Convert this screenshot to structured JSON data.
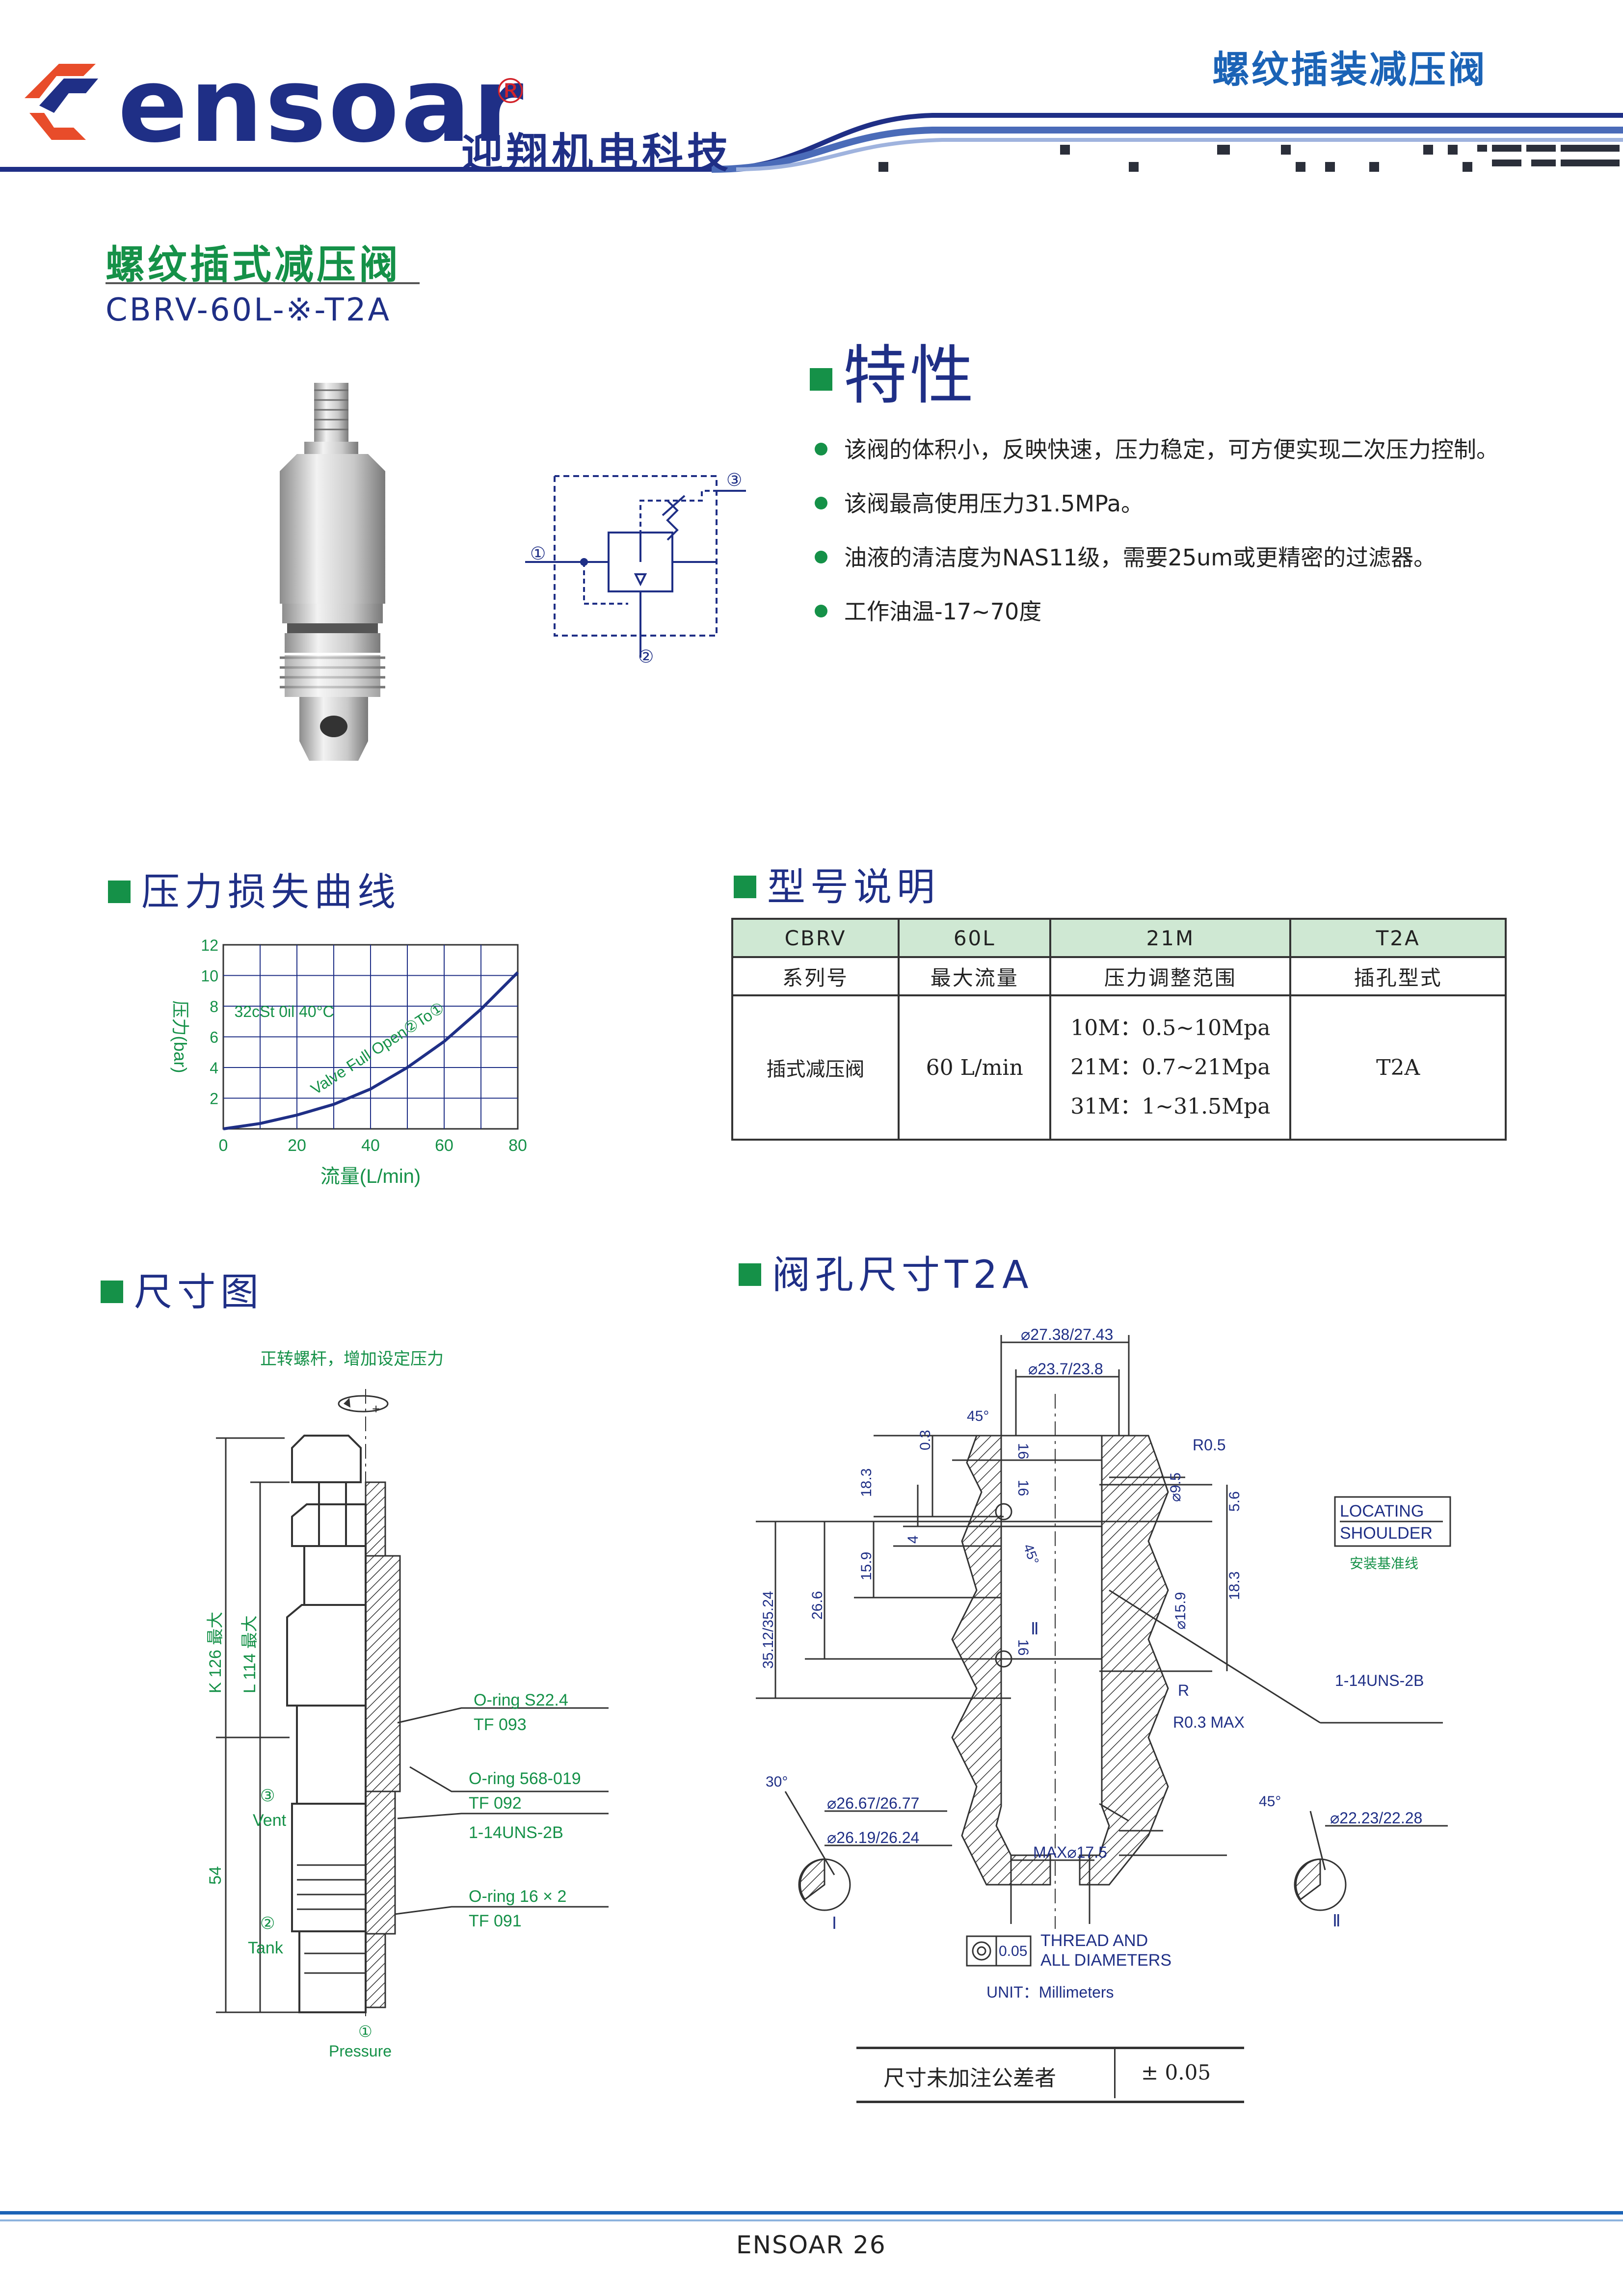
{
  "header": {
    "logo_text": "ensoar",
    "logo_registered": "®",
    "company_cn": "迎翔机电科技",
    "category_title": "螺纹插装减压阀"
  },
  "product": {
    "title": "螺纹插式减压阀",
    "model": "CBRV-60L-※-T2A"
  },
  "features": {
    "heading": "特性",
    "items": [
      "该阀的体积小，反映快速，压力稳定，可方便实现二次压力控制。",
      "该阀最高使用压力31.5MPa。",
      "油液的清洁度为NAS11级，需要25um或更精密的过滤器。",
      "工作油温-17~70度"
    ]
  },
  "symbol": {
    "port1": "①",
    "port2": "②",
    "port3": "③"
  },
  "pressure_curve": {
    "heading": "压力损失曲线",
    "chart_data": {
      "type": "line",
      "ylabel": "压力(bar)",
      "xlabel": "流量(L/min)",
      "annotation": "32cSt 0il 40°C",
      "series": [
        {
          "name": "Valve Full Open②To①",
          "x": [
            0,
            10,
            20,
            30,
            40,
            50,
            60,
            70,
            80
          ],
          "y": [
            0,
            0.35,
            0.9,
            1.6,
            2.6,
            4.0,
            5.7,
            7.8,
            10.2
          ]
        }
      ],
      "x_ticks": [
        "0",
        "20",
        "40",
        "60",
        "80"
      ],
      "y_ticks": [
        "2",
        "4",
        "6",
        "8",
        "10",
        "12"
      ],
      "xlim": [
        0,
        80
      ],
      "ylim": [
        0,
        12
      ],
      "grid": true
    }
  },
  "model_code": {
    "heading": "型号说明",
    "header_row": [
      "CBRV",
      "60L",
      "21M",
      "T2A"
    ],
    "label_row": [
      "系列号",
      "最大流量",
      "压力调整范围",
      "插孔型式"
    ],
    "value_row": {
      "series": "插式减压阀",
      "flow": "60 L/min",
      "ranges": [
        "10M：0.5~10Mpa",
        "21M：0.7~21Mpa",
        "31M：1~31.5Mpa"
      ],
      "cavity": "T2A"
    }
  },
  "dimension": {
    "heading": "尺寸图",
    "adjust_note": "正转螺杆，增加设定压力",
    "minus": "-",
    "plus": "+",
    "k_label": "K 126 最大",
    "l_label": "L 114 最大",
    "dim_54": "54",
    "oring1": "O-ring S22.4",
    "tf1": "TF 093",
    "oring2": "O-ring 568-019",
    "tf2": "TF 092",
    "thread": "1-14UNS-2B",
    "oring3": "O-ring 16 × 2",
    "tf3": "TF 091",
    "vent_no": "③",
    "vent": "Vent",
    "tank_no": "②",
    "tank": "Tank",
    "pressure_no": "①",
    "pressure": "Pressure"
  },
  "cavity": {
    "heading": "阀孔尺寸T2A",
    "d1": "⌀27.38/27.43",
    "d2": "⌀23.7/23.8",
    "a45": "45°",
    "r05": "R0.5",
    "h03": "0.3",
    "h183": "18.3",
    "h4": "4",
    "h159": "15.9",
    "h266": "26.6",
    "h3524": "35.12/35.24",
    "v16a": "16",
    "v16b": "16",
    "v16c": "16",
    "v45": "45°",
    "mark2": "Ⅱ",
    "d95": "⌀9.5",
    "h56": "5.6",
    "h183b": "18.3",
    "d159": "⌀15.9",
    "locating1": "LOCATING",
    "locating2": "SHOULDER",
    "locating_cn": "安装基准线",
    "thread": "1-14UNS-2B",
    "r": "R",
    "r03": "R0.3 MAX",
    "a30": "30°",
    "d2667": "⌀26.67/26.77",
    "d2619": "⌀26.19/26.24",
    "max175": "MAX⌀17.5",
    "a45b": "45°",
    "d2223": "⌀22.23/22.28",
    "detail1": "Ⅰ",
    "detail2": "Ⅱ",
    "conc_tol": "0.05",
    "thread_note1": "THREAD AND",
    "thread_note2": "ALL DIAMETERS",
    "unit": "UNIT：Millimeters"
  },
  "tolerance": {
    "label": "尺寸未加注公差者",
    "value": "± 0.05"
  },
  "footer": {
    "text": "ENSOAR  26"
  },
  "colors": {
    "navy": "#1f2f86",
    "green": "#159148",
    "blue": "#1b63b6",
    "red": "#d2232a",
    "table_header": "#cfe8d3"
  }
}
